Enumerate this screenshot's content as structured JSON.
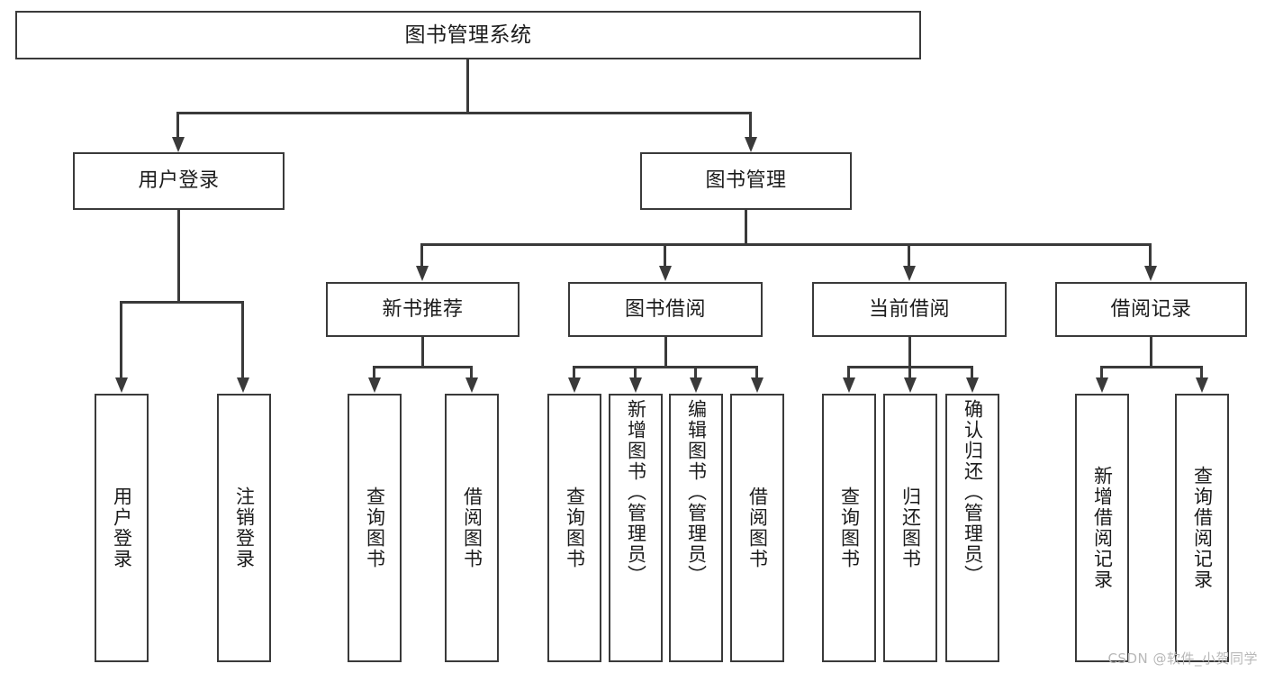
{
  "diagram": {
    "title": "图书管理系统",
    "type": "tree",
    "watermark": "CSDN @软件_小贺同学",
    "colors": {
      "box_border": "#3a3a3a",
      "box_fill": "#ffffff",
      "line": "#3a3a3a",
      "text": "#1b1b1b",
      "watermark": "#b8b8b8",
      "background": "#ffffff"
    },
    "root": {
      "label": "图书管理系统"
    },
    "level2": [
      {
        "label": "用户登录"
      },
      {
        "label": "图书管理"
      }
    ],
    "level3": [
      {
        "label": "新书推荐"
      },
      {
        "label": "图书借阅"
      },
      {
        "label": "当前借阅"
      },
      {
        "label": "借阅记录"
      }
    ],
    "leaves": {
      "user_login": [
        {
          "label": "用户登录"
        },
        {
          "label": "注销登录"
        }
      ],
      "new_book_recommend": [
        {
          "label": "查询图书"
        },
        {
          "label": "借阅图书"
        }
      ],
      "book_borrow": [
        {
          "label": "查询图书"
        },
        {
          "label": "新增图书（管理员）"
        },
        {
          "label": "编辑图书（管理员）"
        },
        {
          "label": "借阅图书"
        }
      ],
      "current_borrow": [
        {
          "label": "查询图书"
        },
        {
          "label": "归还图书"
        },
        {
          "label": "确认归还（管理员）"
        }
      ],
      "borrow_record": [
        {
          "label": "新增借阅记录"
        },
        {
          "label": "查询借阅记录"
        }
      ]
    }
  }
}
